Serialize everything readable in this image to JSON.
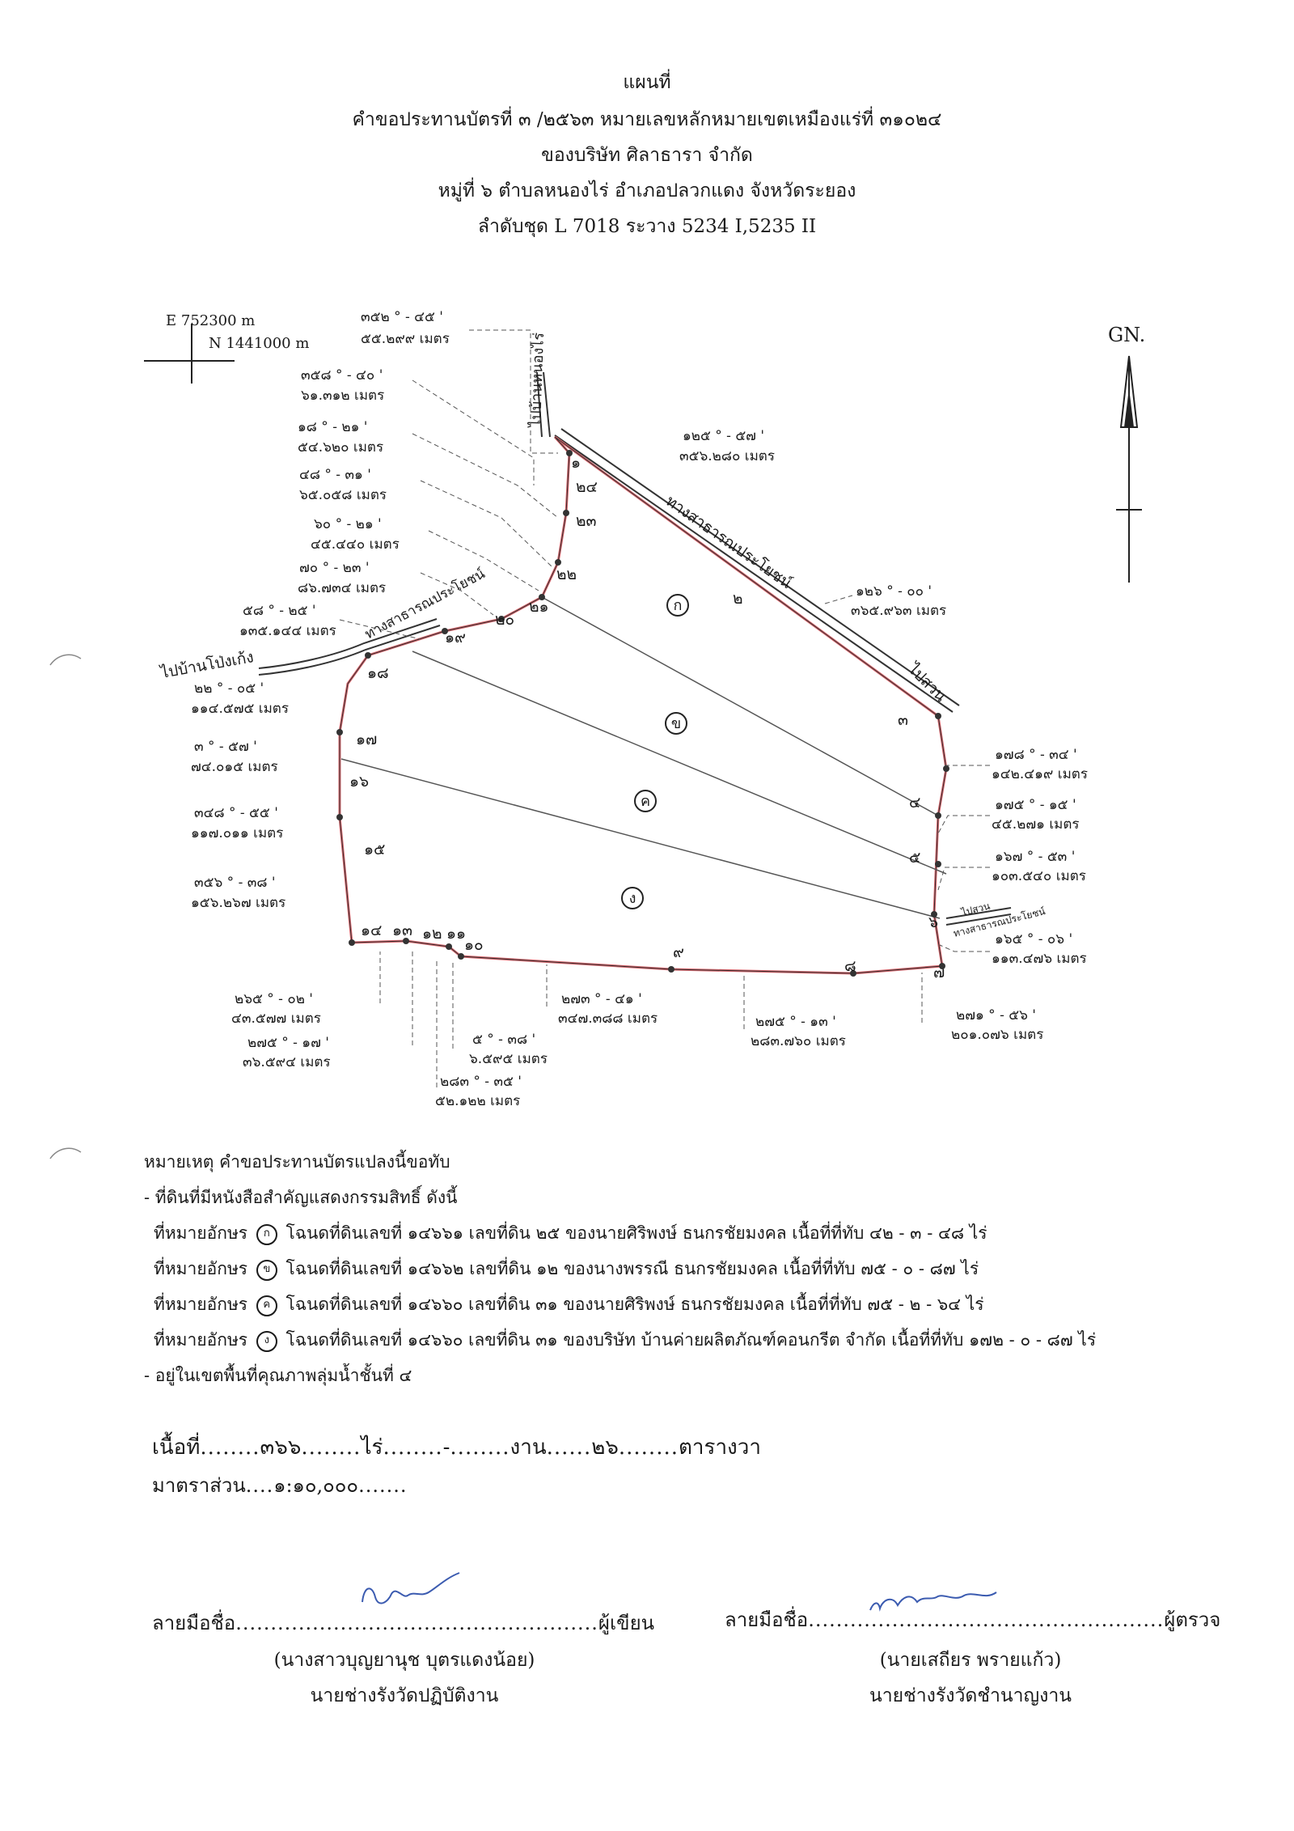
{
  "header": {
    "title": "แผนที่",
    "line1": "คำขอประทานบัตรที่ ๓ /๒๕๖๓ หมายเลขหลักหมายเขตเหมืองแร่ที่ ๓๑๐๒๔",
    "line2": "ของบริษัท ศิลาธารา จำกัด",
    "line3": "หมู่ที่ ๖ ตำบลหนองไร่ อำเภอปลวกแดง จังหวัดระยอง",
    "line4": "ลำดับชุด L 7018  ระวาง  5234 I,5235 II"
  },
  "map": {
    "easting": "E 752300 m",
    "northing": "N 1441000 m",
    "north": "GN.",
    "roads": {
      "to_nong_rai": "ไปบ้านหนองไร่",
      "to_pong_kaeng": "ไปบ้านโป่งเก้ง",
      "public_road": "ทางสาธารณประโยชน์",
      "to_garden": "ไปสวน"
    },
    "parcels": [
      "ก",
      "ข",
      "ค",
      "ง"
    ],
    "points": [
      "๑",
      "๒",
      "๓",
      "๔",
      "๕",
      "๖",
      "๗",
      "๘",
      "๙",
      "๑๐",
      "๑๑",
      "๑๒",
      "๑๓",
      "๑๔",
      "๑๕",
      "๑๖",
      "๑๗",
      "๑๘",
      "๑๙",
      "๒๐",
      "๒๑",
      "๒๒",
      "๒๓",
      "๒๔"
    ],
    "bearings": [
      {
        "angle": "๓๕๒ ° - ๔๕ '",
        "dist": "๕๕.๒๙๙ เมตร"
      },
      {
        "angle": "๓๕๘ ° - ๔๐ '",
        "dist": "๖๑.๓๑๒ เมตร"
      },
      {
        "angle": "๑๘ ° - ๒๑ '",
        "dist": "๕๔.๖๒๐ เมตร"
      },
      {
        "angle": "๔๘ ° - ๓๑ '",
        "dist": "๖๕.๐๕๘ เมตร"
      },
      {
        "angle": "๖๐ ° - ๒๑ '",
        "dist": "๔๕.๔๔๐ เมตร"
      },
      {
        "angle": "๗๐ ° - ๒๓ '",
        "dist": "๘๖.๗๓๔ เมตร"
      },
      {
        "angle": "๕๘ ° - ๒๕ '",
        "dist": "๑๓๕.๑๔๔ เมตร"
      },
      {
        "angle": "๒๒ ° - ๐๕ '",
        "dist": "๑๑๔.๕๗๕ เมตร"
      },
      {
        "angle": "๓ ° - ๕๗ '",
        "dist": "๗๔.๐๑๕ เมตร"
      },
      {
        "angle": "๓๔๘ ° - ๕๕ '",
        "dist": "๑๑๗.๐๑๑ เมตร"
      },
      {
        "angle": "๓๕๖ ° - ๓๘ '",
        "dist": "๑๕๖.๒๖๗ เมตร"
      },
      {
        "angle": "๑๒๕ ° - ๕๗ '",
        "dist": "๓๕๖.๒๘๐ เมตร"
      },
      {
        "angle": "๑๒๖ ° - ๐๐ '",
        "dist": "๓๖๕.๙๖๓ เมตร"
      },
      {
        "angle": "๑๗๘ ° - ๓๔ '",
        "dist": "๑๔๒.๔๑๙ เมตร"
      },
      {
        "angle": "๑๗๕ ° - ๑๕ '",
        "dist": "๔๕.๒๗๑ เมตร"
      },
      {
        "angle": "๑๖๗ ° - ๕๓ '",
        "dist": "๑๐๓.๕๔๐ เมตร"
      },
      {
        "angle": "๑๖๕ ° - ๐๖ '",
        "dist": "๑๑๓.๔๗๖ เมตร"
      },
      {
        "angle": "๒๖๕ ° - ๐๒ '",
        "dist": "๔๓.๕๗๗ เมตร"
      },
      {
        "angle": "๒๗๕ ° - ๑๗ '",
        "dist": "๓๖.๕๙๔ เมตร"
      },
      {
        "angle": "๕ ° - ๓๘ '",
        "dist": "๖.๕๙๕ เมตร"
      },
      {
        "angle": "๒๘๓ ° - ๓๕ '",
        "dist": "๕๒.๑๒๒ เมตร"
      },
      {
        "angle": "๒๗๓ ° - ๔๑ '",
        "dist": "๓๔๗.๓๘๘ เมตร"
      },
      {
        "angle": "๒๗๕ ° - ๑๓ '",
        "dist": "๒๘๓.๗๖๐ เมตร"
      },
      {
        "angle": "๒๗๑ ° - ๕๖ '",
        "dist": "๒๐๑.๐๗๖ เมตร"
      }
    ]
  },
  "notes": {
    "title": "หมายเหตุ คำขอประทานบัตรแปลงนี้ขอทับ",
    "item1": "- ที่ดินที่มีหนังสือสำคัญแสดงกรรมสิทธิ์ ดังนี้",
    "rows": [
      {
        "prefix": "ที่หมายอักษร",
        "mark": "ก",
        "text": "โฉนดที่ดินเลขที่ ๑๔๖๖๑  เลขที่ดิน ๒๕ ของนายศิริพงษ์ ธนกรชัยมงคล เนื้อที่ที่ทับ  ๔๒ - ๓ - ๔๘ ไร่"
      },
      {
        "prefix": "ที่หมายอักษร",
        "mark": "ข",
        "text": "โฉนดที่ดินเลขที่ ๑๔๖๖๒  เลขที่ดิน ๑๒ ของนางพรรณี ธนกรชัยมงคล เนื้อที่ที่ทับ  ๗๕ - ๐ - ๘๗ ไร่"
      },
      {
        "prefix": "ที่หมายอักษร",
        "mark": "ค",
        "text": "โฉนดที่ดินเลขที่ ๑๔๖๖๐  เลขที่ดิน  ๓๑ ของนายศิริพงษ์ ธนกรชัยมงคล  เนื้อที่ที่ทับ  ๗๕ - ๒ - ๖๔ ไร่"
      },
      {
        "prefix": "ที่หมายอักษร",
        "mark": "ง",
        "text": "โฉนดที่ดินเลขที่ ๑๔๖๖๐  เลขที่ดิน  ๓๑ ของบริษัท บ้านค่ายผลิตภัณฑ์คอนกรีต จำกัด เนื้อที่ที่ทับ  ๑๗๒ - ๐ - ๘๗ ไร่"
      }
    ],
    "item2": "- อยู่ในเขตพื้นที่คุณภาพลุ่มน้ำชั้นที่ ๔"
  },
  "area": {
    "label": "เนื้อที่",
    "rai": "๓๖๖",
    "rai_unit": "ไร่",
    "ngan": "-",
    "ngan_unit": "งาน",
    "wa": "๒๖",
    "wa_unit": "ตารางวา"
  },
  "scale": {
    "label": "มาตราส่วน",
    "value": "๑:๑๐,๐๐๐"
  },
  "signatures": {
    "left": {
      "label": "ลายมือชื่อ",
      "role": "ผู้เขียน",
      "name": "(นางสาวบุญยานุช บุตรแดงน้อย)",
      "title": "นายช่างรังวัดปฏิบัติงาน"
    },
    "right": {
      "label": "ลายมือชื่อ",
      "role": "ผู้ตรวจ",
      "name": "(นายเสถียร  พรายแก้ว)",
      "title": "นายช่างรังวัดชำนาญงาน"
    }
  }
}
